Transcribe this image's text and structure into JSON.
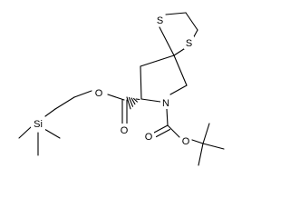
{
  "molecule": {
    "atoms": {
      "s1": "S",
      "s2": "S",
      "n": "N",
      "o_ester_double": "O",
      "o_ester_single": "O",
      "o_boc_double": "O",
      "o_boc_single": "O",
      "si": "Si"
    }
  }
}
